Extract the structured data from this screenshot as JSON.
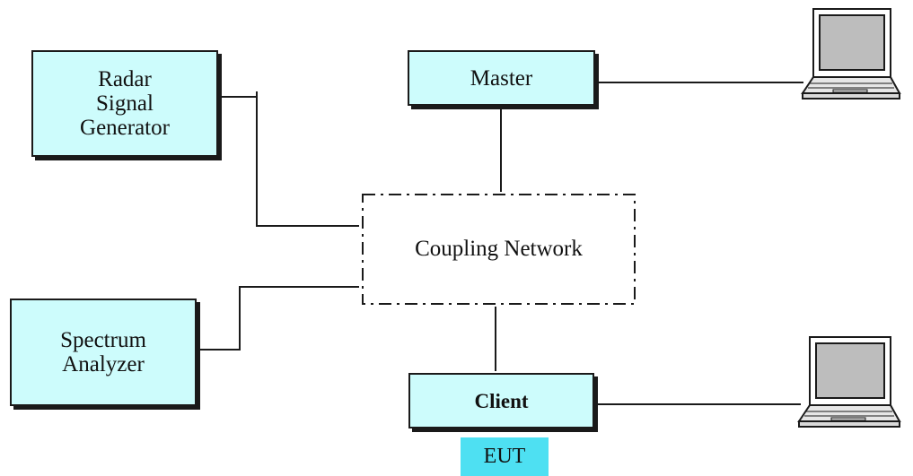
{
  "blocks": {
    "radar": {
      "label": "Radar\nSignal\nGenerator"
    },
    "spectrum": {
      "label": "Spectrum\nAnalyzer"
    },
    "master": {
      "label": "Master"
    },
    "client": {
      "label": "Client"
    },
    "coupling": {
      "label": "Coupling Network"
    },
    "eut": {
      "label": "EUT"
    }
  },
  "colors": {
    "box_fill": "#cdfcfc",
    "eut_fill": "#4ee0f2",
    "line": "#1a1a1a",
    "laptop_screen": "#bdbdbd"
  },
  "icons": {
    "top": "laptop-icon",
    "bottom": "laptop-icon"
  }
}
